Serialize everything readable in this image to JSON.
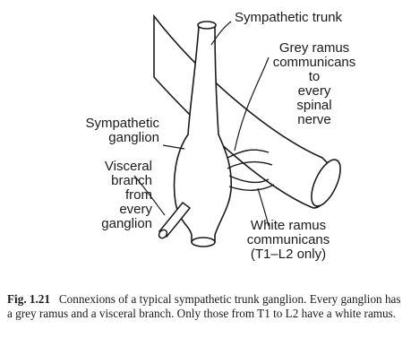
{
  "labels": {
    "sympathetic_trunk": "Sympathetic trunk",
    "grey_ramus": "Grey ramus\ncommunicans\nto\nevery\nspinal\nnerve",
    "sympathetic_ganglion": "Sympathetic\nganglion",
    "visceral_branch": "Visceral\nbranch\nfrom\nevery\nganglion",
    "white_ramus": "White ramus\ncommunicans\n(T1–L2 only)"
  },
  "caption": {
    "figure_number": "Fig. 1.21",
    "text": "Connexions of a typical sympathetic trunk ganglion. Every ganglion has a grey ramus and a visceral branch. Only those from T1 to L2 have a white ramus."
  }
}
